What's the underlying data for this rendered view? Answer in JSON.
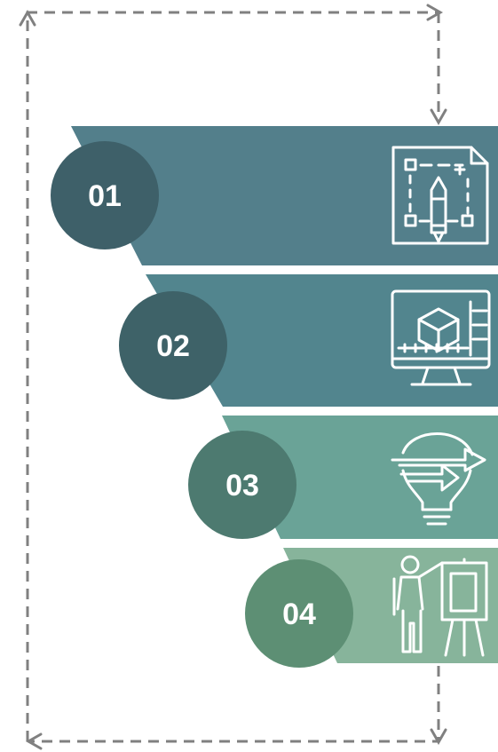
{
  "steps": [
    {
      "number": "01",
      "icon": "blueprint-pencil-icon",
      "band_color": "#537f8b",
      "circle_color": "#3e6069"
    },
    {
      "number": "02",
      "icon": "monitor-cube-icon",
      "band_color": "#52858e",
      "circle_color": "#3e6268"
    },
    {
      "number": "03",
      "icon": "lightbulb-arrows-icon",
      "band_color": "#6aa397",
      "circle_color": "#4d7a70"
    },
    {
      "number": "04",
      "icon": "presenter-board-icon",
      "band_color": "#87b49b",
      "circle_color": "#5d8f74"
    }
  ],
  "colors": {
    "arrow_line": "#808080",
    "icon_stroke": "#ffffff",
    "number_text": "#ffffff"
  }
}
